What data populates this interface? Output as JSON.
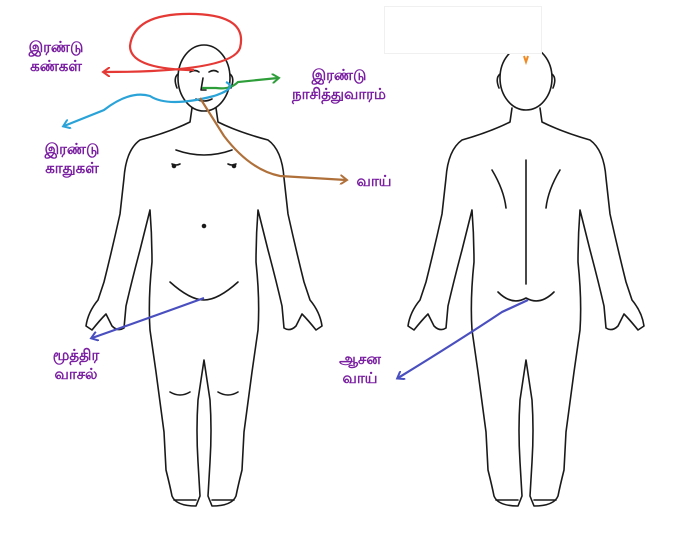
{
  "colors": {
    "label": "#7a1fa2",
    "eyes_arrow": "#e53935",
    "nostrils_arrow": "#2e9e3a",
    "ears_arrow": "#2aa3d8",
    "mouth_arrow": "#b0703a",
    "lower_arrow": "#4a4fc0",
    "crown_mark": "#f08a24",
    "outline": "#1a1a1a"
  },
  "labels": {
    "eyes": {
      "line1": "இரண்டு",
      "line2": "கண்கள்"
    },
    "nostrils": {
      "line1": "இரண்டு",
      "line2": "நாசித்துவாரம்"
    },
    "ears": {
      "line1": "இரண்டு",
      "line2": "காதுகள்"
    },
    "mouth": {
      "line1": "வாய்"
    },
    "urethra": {
      "line1": "மூத்திர",
      "line2": "வாசல்"
    },
    "anus": {
      "line1": "ஆசன",
      "line2": "வாய்"
    }
  }
}
